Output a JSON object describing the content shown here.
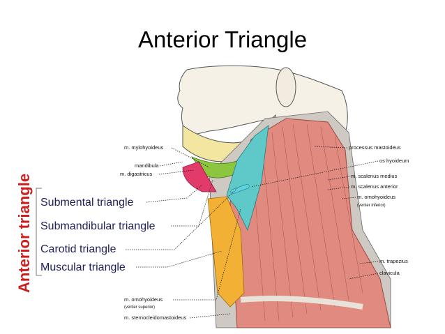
{
  "title": "Anterior Triangle",
  "vertical_label": "Anterior triangle",
  "triangles": [
    "Submental triangle",
    "Submandibular triangle",
    "Carotid triangle",
    "Muscular triangle"
  ],
  "labels": {
    "mylohyoideus": "m. mylohyoideus",
    "mandibula": "mandibula",
    "digastricus": "m. digastricus",
    "processus_mastoideus": "processus mastoideus",
    "os_hyoideum": "os hyoideum",
    "scalenus_medius": "m. scalenus medius",
    "scalenus_anterior": "m. scalenus anterior",
    "omohyoideus_inferior": "m. omohyoideus",
    "venter_inferior": "(venter inferior)",
    "trapezius": "m. trapezius",
    "clavicula": "clavicula",
    "omohyoideus_superior": "m. omohyoideus",
    "venter_superior": "(venter superior)",
    "sternocleidomastoideus": "m. sternocleidomastoideus"
  },
  "colors": {
    "title": "#000000",
    "vertical_label": "#c8201e",
    "triangle_labels": "#1f1f5a",
    "muscle": "#e08a80",
    "skin": "#f5f1e6",
    "submental": "#e23b6a",
    "submandibular": "#8cc63f",
    "carotid": "#5fc9c9",
    "muscular": "#f2b134"
  }
}
